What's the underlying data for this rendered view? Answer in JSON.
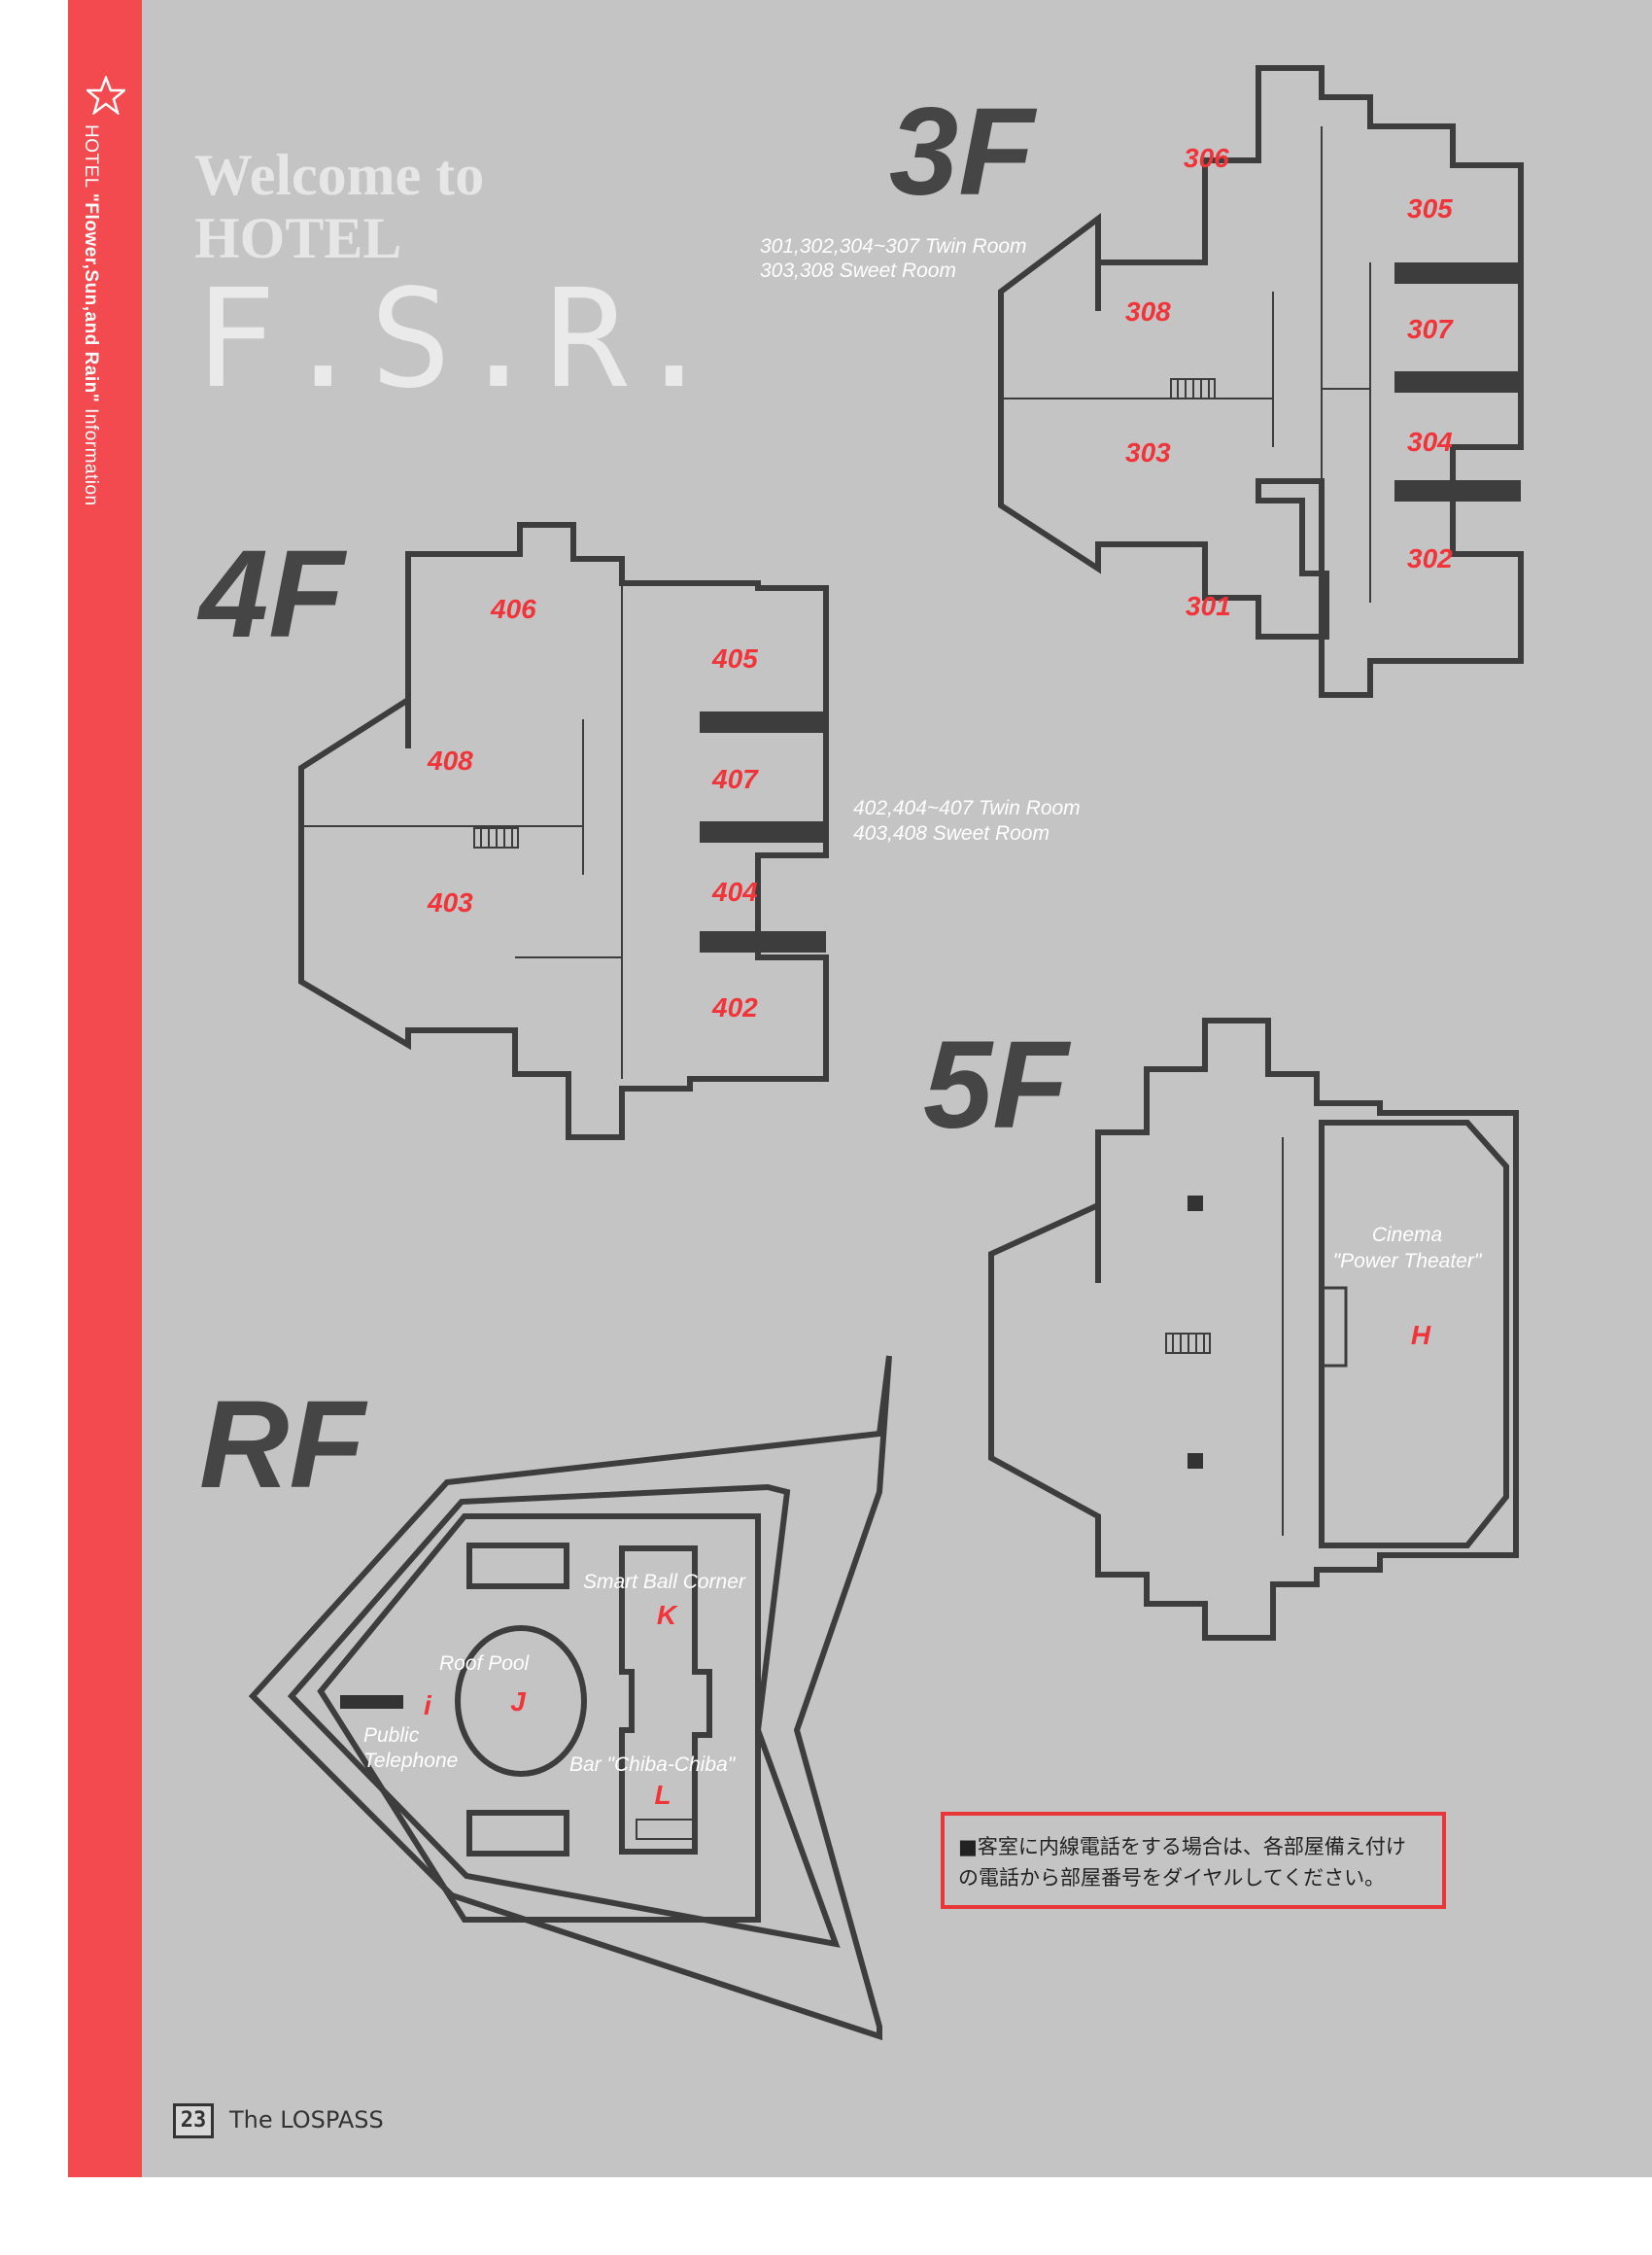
{
  "sidebar": {
    "hotel_prefix": "HOTEL ",
    "hotel_name": "\"Flower,Sun,and Rain\"",
    "suffix": " Information"
  },
  "title": {
    "line1": "Welcome to",
    "line2": "HOTEL",
    "line3": "F.S.R."
  },
  "floors": {
    "f3": {
      "label": "3F",
      "rooms": [
        "306",
        "305",
        "308",
        "307",
        "303",
        "304",
        "302",
        "301"
      ],
      "note1": "301,302,304~307 Twin Room",
      "note2": "303,308 Sweet Room"
    },
    "f4": {
      "label": "4F",
      "rooms": [
        "406",
        "405",
        "408",
        "407",
        "403",
        "404",
        "402"
      ],
      "note1": "402,404~407 Twin Room",
      "note2": "403,408 Sweet Room"
    },
    "f5": {
      "label": "5F",
      "cinema1": "Cinema",
      "cinema2": "\"Power Theater\"",
      "marker": "H"
    },
    "rf": {
      "label": "RF",
      "smart_ball": "Smart Ball Corner",
      "k": "K",
      "roof_pool": "Roof Pool",
      "j": "J",
      "i": "i",
      "public1": "Public",
      "public2": "Telephone",
      "bar": "Bar \"Chiba-Chiba\"",
      "l": "L"
    }
  },
  "notice": {
    "line1": "■客室に内線電話をする場合は、各部屋備え付け",
    "line2": "の電話から部屋番号をダイヤルしてください。"
  },
  "footer": {
    "page_number": "23",
    "title": "The LOSPASS"
  },
  "colors": {
    "accent": "#f24a4f",
    "room_number": "#f0343a",
    "background": "#c4c4c4",
    "walls": "#3d3d3d"
  }
}
